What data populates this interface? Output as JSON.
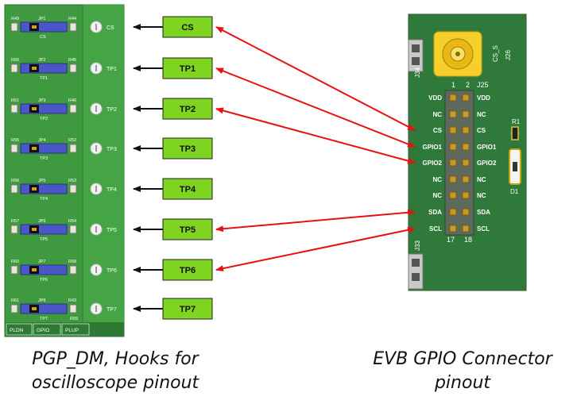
{
  "colors": {
    "board_green": "#3f9a3f",
    "board_dark": "#1f5e2a",
    "label_green": "#7fd321",
    "arrow_red": "#e81010",
    "jumper_blue": "#4b57c8",
    "hook_white": "#f2f2f2"
  },
  "left_board": {
    "footer": [
      "PLDN",
      "GPIO",
      "PLUP"
    ],
    "jumpers": [
      {
        "ref_left": "R49",
        "jp": "JP1",
        "ref_right": "R44",
        "sig": "CS"
      },
      {
        "ref_left": "R50",
        "jp": "JP2",
        "ref_right": "R45",
        "sig": "TP1"
      },
      {
        "ref_left": "R51",
        "jp": "JP3",
        "ref_right": "R46",
        "sig": "TP2"
      },
      {
        "ref_left": "R55",
        "jp": "JP4",
        "ref_right": "R52",
        "sig": "TP3"
      },
      {
        "ref_left": "R56",
        "jp": "JP5",
        "ref_right": "R53",
        "sig": "TP4"
      },
      {
        "ref_left": "R57",
        "jp": "JP6",
        "ref_right": "R54",
        "sig": "TP5"
      },
      {
        "ref_left": "R60",
        "jp": "JP7",
        "ref_right": "R58",
        "sig": "TP6"
      },
      {
        "ref_left": "R61",
        "jp": "JP8",
        "ref_right": "R43",
        "sig": "TP7",
        "ref_extra": "R59"
      }
    ],
    "hook_labels": [
      "CS",
      "TP1",
      "TP2",
      "TP3",
      "TP4",
      "TP5",
      "TP6",
      "TP7"
    ]
  },
  "signal_boxes": [
    "CS",
    "TP1",
    "TP2",
    "TP3",
    "TP4",
    "TP5",
    "TP6",
    "TP7"
  ],
  "right_board": {
    "connector_ref": "J25",
    "pin_top_left": "1",
    "pin_top_right": "2",
    "pin_bottom_left": "17",
    "pin_bottom_right": "18",
    "labels_left": [
      "VDD",
      "NC",
      "CS",
      "GPIO1",
      "GPIO2",
      "NC",
      "NC",
      "SDA",
      "SCL"
    ],
    "labels_right": [
      "VDD",
      "NC",
      "CS",
      "GPIO1",
      "GPIO2",
      "NC",
      "NC",
      "SDA",
      "SCL"
    ],
    "other_refs": [
      "J34",
      "J33",
      "J26",
      "R1",
      "D1",
      "CS_S"
    ]
  },
  "captions": {
    "left": [
      "PGP_DM, Hooks for",
      "oscilloscope pinout"
    ],
    "right": [
      "EVB GPIO Connector",
      "pinout"
    ]
  }
}
